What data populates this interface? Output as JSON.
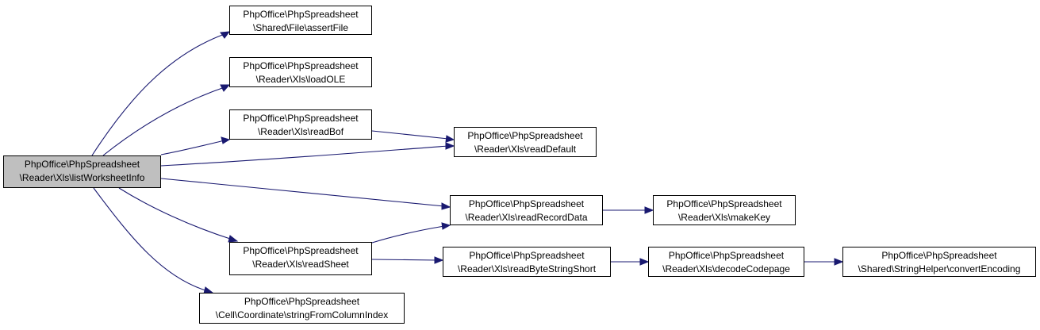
{
  "colors": {
    "edge": "#191970",
    "focus_fill": "#bfbfbf",
    "node_fill": "#ffffff"
  },
  "nodes": {
    "listWorksheetInfo": {
      "line1": "PhpOffice\\PhpSpreadsheet",
      "line2": "\\Reader\\Xls\\listWorksheetInfo"
    },
    "assertFile": {
      "line1": "PhpOffice\\PhpSpreadsheet",
      "line2": "\\Shared\\File\\assertFile"
    },
    "loadOLE": {
      "line1": "PhpOffice\\PhpSpreadsheet",
      "line2": "\\Reader\\Xls\\loadOLE"
    },
    "readBof": {
      "line1": "PhpOffice\\PhpSpreadsheet",
      "line2": "\\Reader\\Xls\\readBof"
    },
    "readDefault": {
      "line1": "PhpOffice\\PhpSpreadsheet",
      "line2": "\\Reader\\Xls\\readDefault"
    },
    "readRecordData": {
      "line1": "PhpOffice\\PhpSpreadsheet",
      "line2": "\\Reader\\Xls\\readRecordData"
    },
    "makeKey": {
      "line1": "PhpOffice\\PhpSpreadsheet",
      "line2": "\\Reader\\Xls\\makeKey"
    },
    "readSheet": {
      "line1": "PhpOffice\\PhpSpreadsheet",
      "line2": "\\Reader\\Xls\\readSheet"
    },
    "readByteStringShort": {
      "line1": "PhpOffice\\PhpSpreadsheet",
      "line2": "\\Reader\\Xls\\readByteStringShort"
    },
    "decodeCodepage": {
      "line1": "PhpOffice\\PhpSpreadsheet",
      "line2": "\\Reader\\Xls\\decodeCodepage"
    },
    "convertEncoding": {
      "line1": "PhpOffice\\PhpSpreadsheet",
      "line2": "\\Shared\\StringHelper\\convertEncoding"
    },
    "stringFromColumnIndex": {
      "line1": "PhpOffice\\PhpSpreadsheet",
      "line2": "\\Cell\\Coordinate\\stringFromColumnIndex"
    }
  }
}
